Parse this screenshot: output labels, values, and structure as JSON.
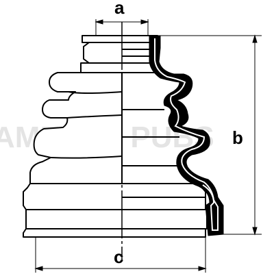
{
  "diagram": {
    "subject": "cv-joint-boot-cross-section",
    "dimension_labels": {
      "a": "a",
      "b": "b",
      "c": "c"
    },
    "watermark": "AMERTH PUBS"
  },
  "colors": {
    "ink": "#000000",
    "background": "#ffffff",
    "watermark": "#cfcfcf"
  }
}
